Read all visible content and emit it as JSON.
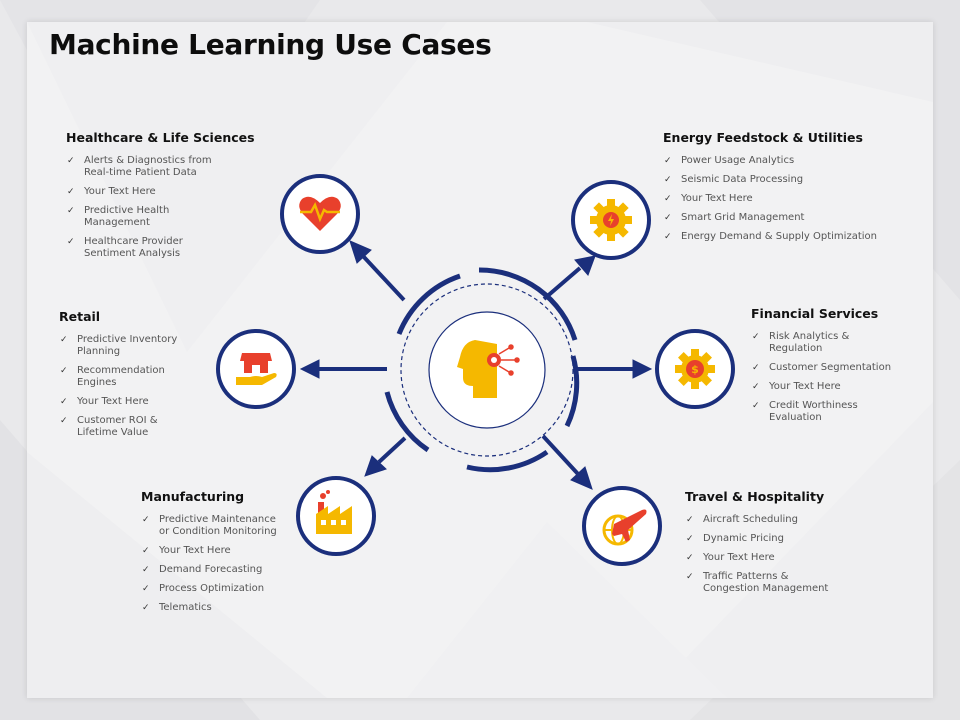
{
  "title": "Machine Learning Use Cases",
  "colors": {
    "navy": "#1b2f7c",
    "accent_yellow": "#f5b800",
    "accent_red": "#e8402c",
    "text": "#111111",
    "bullet_text": "#555555"
  },
  "center": {
    "icon": "ai-head-gear-icon"
  },
  "sections": {
    "healthcare": {
      "title": "Healthcare & Life Sciences",
      "icon": "heart-pulse-icon",
      "items": [
        "Alerts & Diagnostics from\nReal-time Patient Data",
        "Your Text Here",
        "Predictive Health\nManagement",
        "Healthcare Provider\nSentiment Analysis"
      ]
    },
    "energy": {
      "title": "Energy Feedstock & Utilities",
      "icon": "gear-lightning-icon",
      "items": [
        "Power Usage Analytics",
        "Seismic Data Processing",
        "Your Text Here",
        "Smart Grid Management",
        "Energy Demand & Supply Optimization"
      ]
    },
    "retail": {
      "title": "Retail",
      "icon": "shop-hand-icon",
      "items": [
        "Predictive Inventory\nPlanning",
        "Recommendation\nEngines",
        "Your Text Here",
        "Customer ROI &\nLifetime Value"
      ]
    },
    "financial": {
      "title": "Financial Services",
      "icon": "gear-dollar-icon",
      "items": [
        "Risk Analytics &\nRegulation",
        "Customer Segmentation",
        "Your Text Here",
        "Credit Worthiness\nEvaluation"
      ]
    },
    "manufacturing": {
      "title": "Manufacturing",
      "icon": "factory-icon",
      "items": [
        "Predictive Maintenance\nor Condition Monitoring",
        "Your Text Here",
        "Demand Forecasting",
        "Process Optimization",
        "Telematics"
      ]
    },
    "travel": {
      "title": "Travel & Hospitality",
      "icon": "airplane-globe-icon",
      "items": [
        "Aircraft Scheduling",
        "Dynamic Pricing",
        "Your Text Here",
        "Traffic Patterns &\nCongestion Management"
      ]
    }
  }
}
